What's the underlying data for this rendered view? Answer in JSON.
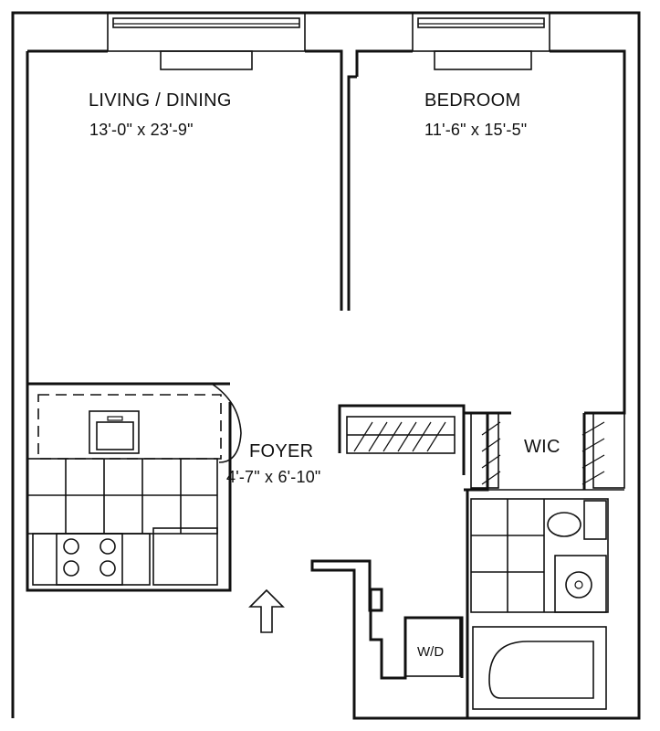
{
  "rooms": {
    "living_dining": {
      "name": "LIVING / DINING",
      "dimensions": "13'-0\" x 23'-9\""
    },
    "bedroom": {
      "name": "BEDROOM",
      "dimensions": "11'-6\" x 15'-5\""
    },
    "foyer": {
      "name": "FOYER",
      "dimensions": "4'-7\" x 6'-10\""
    },
    "wic": {
      "name": "WIC"
    },
    "laundry": {
      "name": "W/D"
    }
  },
  "entry_marker": "arrow-up-icon",
  "colors": {
    "line": "#111111",
    "background": "#ffffff"
  }
}
